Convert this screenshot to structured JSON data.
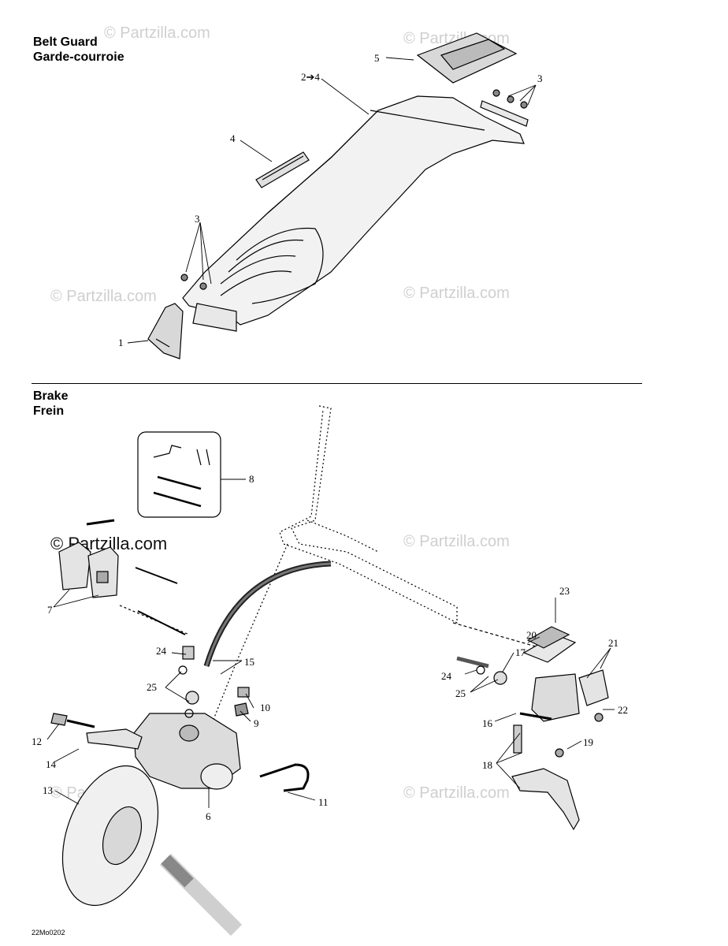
{
  "belt_guard": {
    "title_en": "Belt Guard",
    "title_fr": "Garde-courroie",
    "callouts": [
      "1",
      "2➔4",
      "3",
      "3",
      "4",
      "5"
    ]
  },
  "brake": {
    "title_en": "Brake",
    "title_fr": "Frein",
    "callouts": [
      "6",
      "7",
      "8",
      "9",
      "10",
      "11",
      "12",
      "13",
      "14",
      "15",
      "16",
      "17",
      "18",
      "19",
      "20",
      "21",
      "22",
      "23",
      "24",
      "24",
      "25",
      "25"
    ]
  },
  "watermark": "© Partzilla.com",
  "diagram_code": "22Mo0202"
}
